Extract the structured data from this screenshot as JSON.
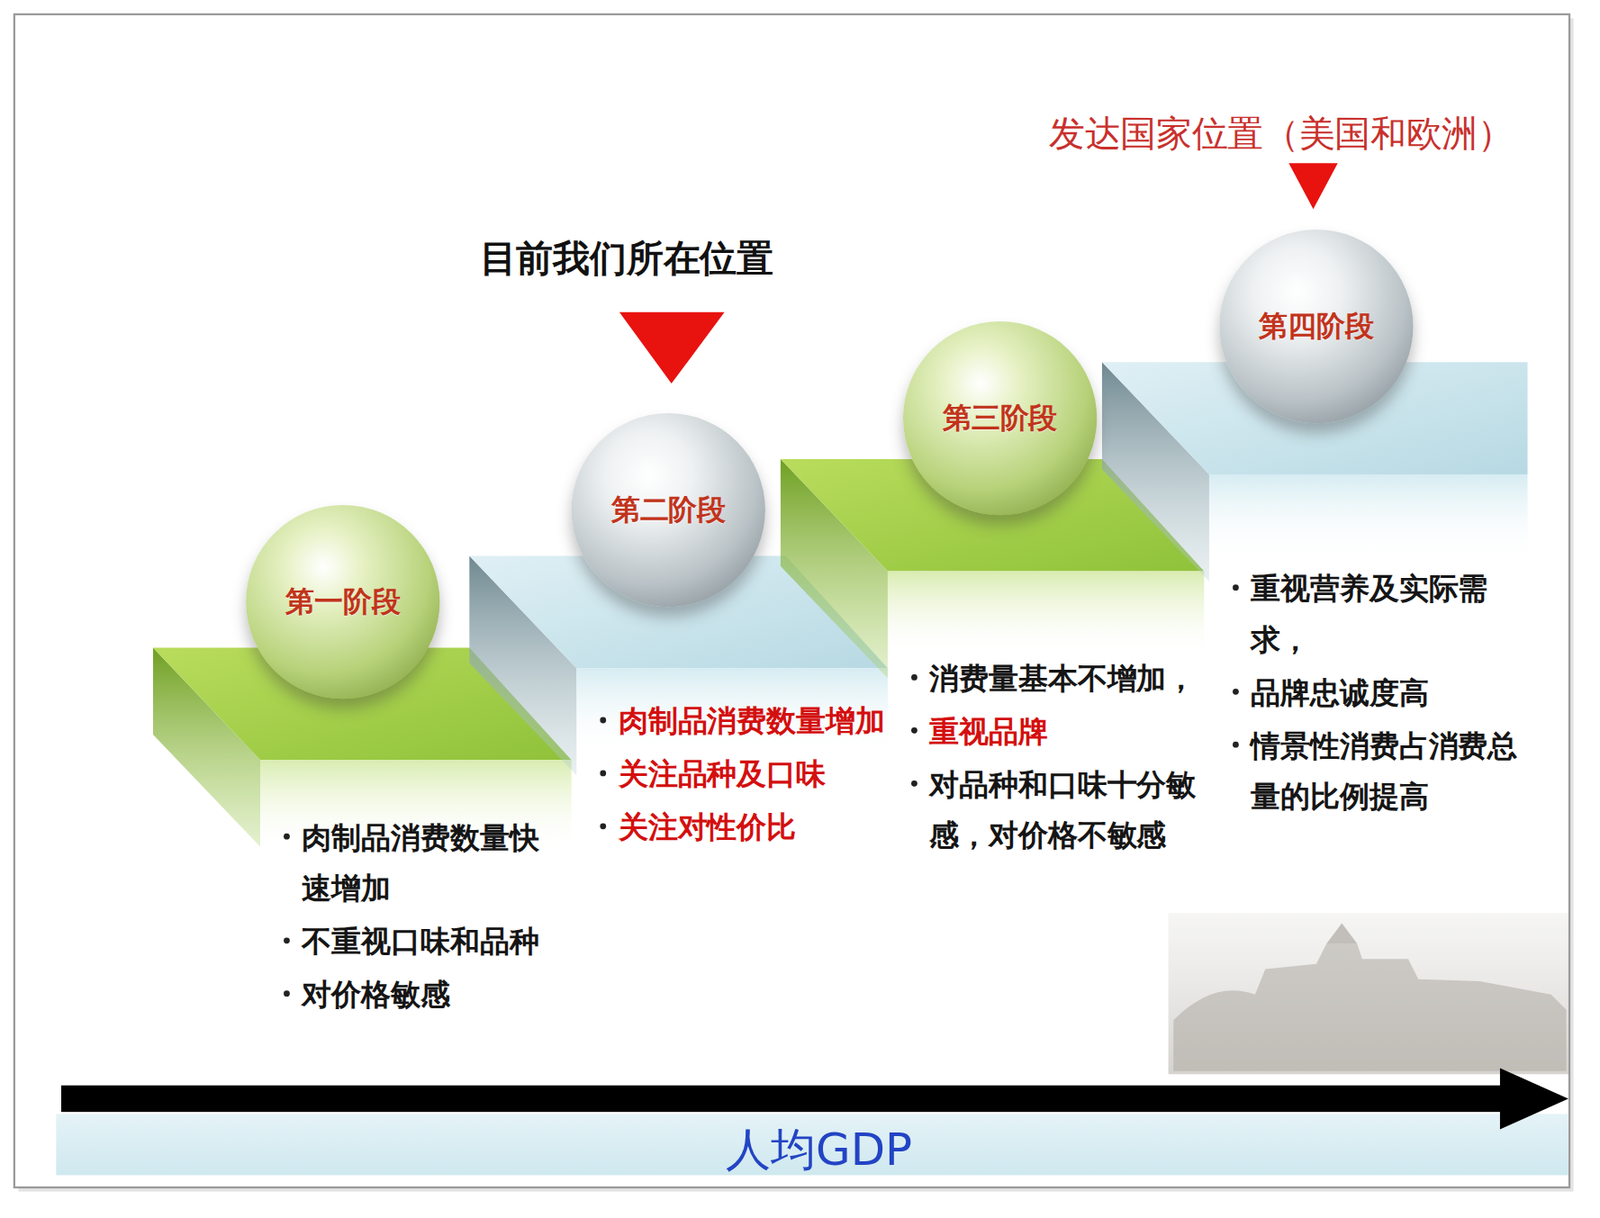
{
  "diagram": {
    "nodes": [
      {
        "text": [
          "第一阶段"
        ]
      },
      {
        "text": [
          "肉制品消费数量快速增加",
          "不重视口味和品种",
          "对价格敏感"
        ]
      },
      {
        "text": [
          "第二阶段"
        ]
      },
      {
        "text": [
          "肉制品消费数量增加",
          "关注品种及口味",
          "关注对性价比"
        ]
      },
      {
        "text": [
          "第三阶段"
        ]
      },
      {
        "text": [
          "消费量基本不增加，",
          "重视品牌",
          "对品种和口味十分敏感，对价格不敏感"
        ]
      },
      {
        "text": [
          "第四阶段"
        ]
      },
      {
        "text": [
          "重视营养及实际需求，",
          "品牌忠诚度高",
          "情景性消费占消费总量的比例提高"
        ]
      }
    ],
    "labels": [
      "目前我们所在位置",
      "发达国家位置（美国和欧洲）",
      "人均GDP"
    ]
  }
}
